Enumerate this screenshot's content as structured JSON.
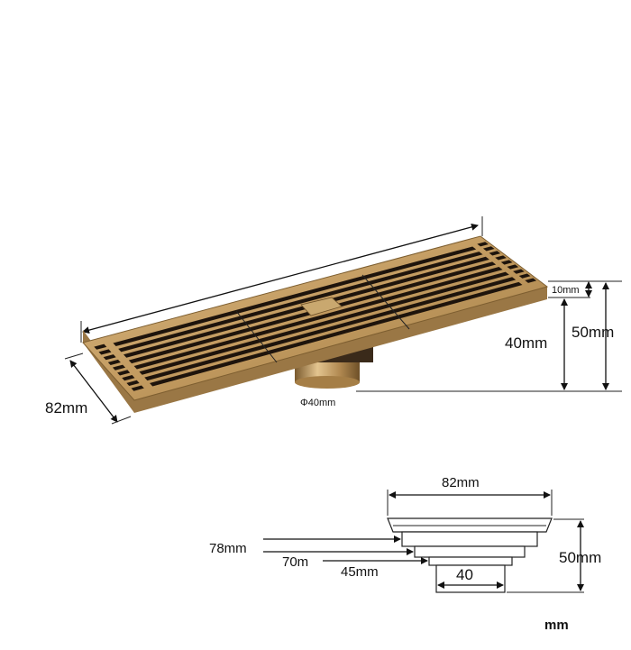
{
  "top_view": {
    "width_label": "82mm",
    "outlet_label": "Φ40mm",
    "frame_label": "10mm",
    "depth_label": "40mm",
    "height_label": "50mm"
  },
  "section_view": {
    "top_width_label": "82mm",
    "w78_label": "78mm",
    "w70_label": "70m",
    "w45_label": "45mm",
    "w40_label": "40",
    "height_label": "50mm"
  },
  "units_label": "mm",
  "colors": {
    "brass": "#c8a36a",
    "brass_dark": "#8a6a3a",
    "slot": "#1e140c",
    "line": "#111111"
  }
}
